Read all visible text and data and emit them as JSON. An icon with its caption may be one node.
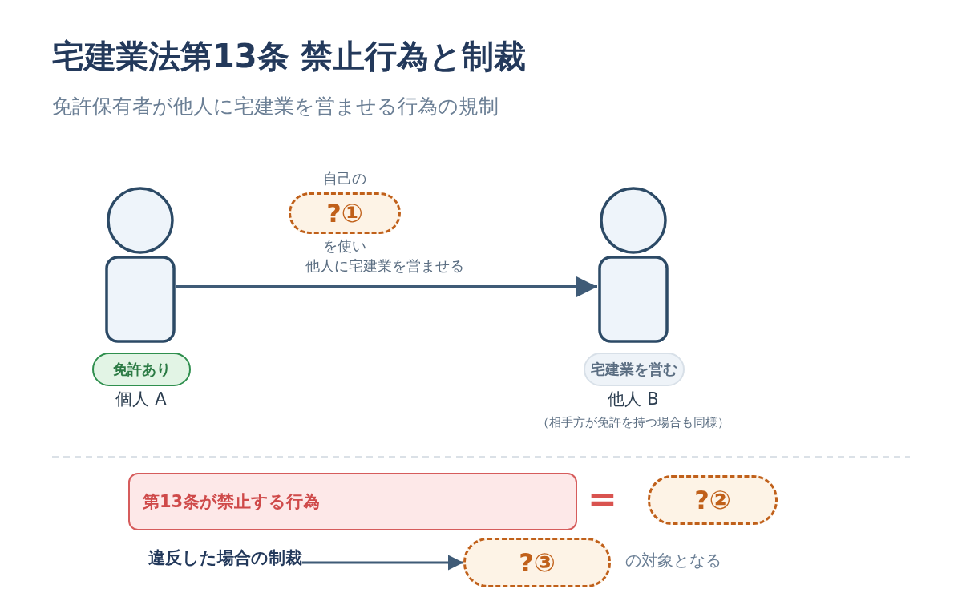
{
  "diagram": {
    "title": "宅建業法第13条 禁止行為と制裁",
    "nodes": [
      {
        "text": [],
        "shape": "person"
      },
      {
        "text": [
          "免許あり"
        ]
      },
      {
        "text": [
          "?①"
        ],
        "beside": [
          "自己の",
          "を使い"
        ]
      },
      {
        "text": [],
        "shape": "person"
      },
      {
        "text": [
          "宅建業を営む"
        ]
      },
      {
        "text": [
          "第13条が禁止する行為"
        ]
      },
      {
        "text": [
          "?②"
        ]
      },
      {
        "text": [
          "違反した場合の制裁"
        ]
      },
      {
        "text": [
          "?③"
        ],
        "beside": [
          "の対象となる"
        ]
      }
    ],
    "edges": [
      {
        "from": 0,
        "to": 3,
        "arrow": "to",
        "label": "他人に宅建業を営ませる"
      },
      {
        "from": 7,
        "to": 8,
        "arrow": "to"
      }
    ],
    "labels": [
      "免許保有者が他人に宅建業を営ませる行為の規制",
      "個人 A",
      "他人 B",
      "（相手方が免許を持つ場合も同様）",
      "="
    ]
  }
}
